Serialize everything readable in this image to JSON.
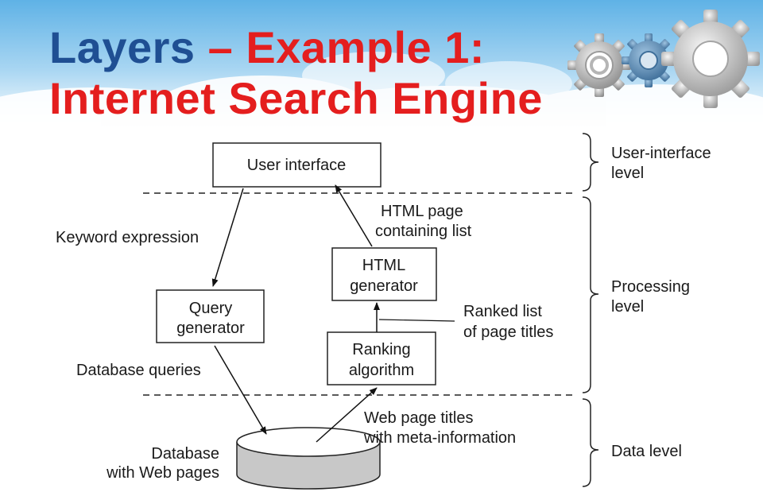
{
  "title": {
    "part1": "Layers",
    "dash": "–",
    "part2": "Example 1:",
    "line2": "Internet Search Engine"
  },
  "diagram": {
    "boxes": {
      "user_interface": "User interface",
      "query_generator": [
        "Query",
        "generator"
      ],
      "html_generator": [
        "HTML",
        "generator"
      ],
      "ranking_algorithm": [
        "Ranking",
        "algorithm"
      ]
    },
    "database": [
      "Database",
      "with Web pages"
    ],
    "arrow_labels": {
      "keyword_expression": "Keyword expression",
      "database_queries": "Database queries",
      "html_page": [
        "HTML page",
        "containing list"
      ],
      "ranked_list": [
        "Ranked list",
        "of page titles"
      ],
      "web_page_titles": [
        "Web page titles",
        "with meta-information"
      ]
    },
    "levels": {
      "user_interface_level": [
        "User-interface",
        "level"
      ],
      "processing_level": [
        "Processing",
        "level"
      ],
      "data_level": [
        "Data level"
      ]
    }
  },
  "colors": {
    "title_blue": "#1f4f93",
    "title_red": "#e41e1e",
    "sky_top": "#5fb2e6",
    "database_fill": "#c8c8c8"
  },
  "icons": [
    "gears-icon"
  ]
}
